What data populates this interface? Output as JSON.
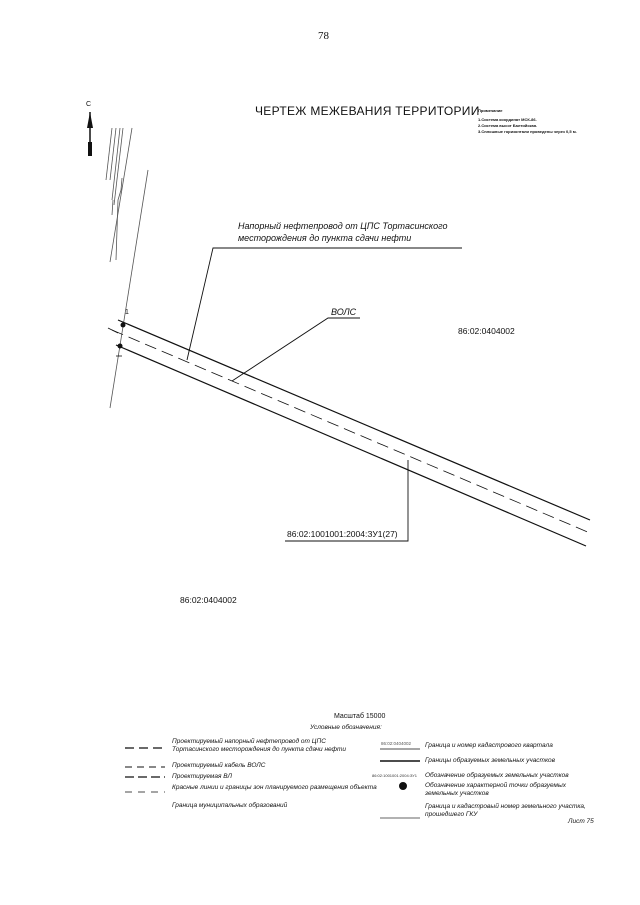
{
  "page_number": "78",
  "title": "ЧЕРТЕЖ МЕЖЕВАНИЯ ТЕРРИТОРИИ",
  "notes": {
    "heading": "Примечание",
    "items": [
      "1.Система координат МСК-86.",
      "2.Система высот Балтийская.",
      "3.Сплошные горизонтали проведены через 0,5 м."
    ]
  },
  "north_label": "С",
  "drawing": {
    "pipeline_label_1": "Напорный нефтепровод от ЦПС Тортасинского",
    "pipeline_label_2": "месторождения до пункта сдачи нефти",
    "vols_label": "ВОЛС",
    "point_label": "1",
    "quarter_right": "86:02:0404002",
    "parcel_label": "86:02:1001001:2004:ЗУ1(27)",
    "quarter_left": "86:02:0404002"
  },
  "legend": {
    "scale": "Масштаб 15000",
    "heading": "Условные обозначения:",
    "left": [
      {
        "text": "Проектируемый напорный нефтепровод от ЦПС Тортасинского месторождения до пункта сдачи нефти"
      },
      {
        "text": "Проектируемый кабель ВОЛС"
      },
      {
        "text": "Проектируемая ВЛ"
      },
      {
        "text": "Красные линии и границы зон планируемого размещения объекта"
      },
      {
        "text": "Граница муниципальных образований"
      }
    ],
    "right": [
      {
        "sample": "86:02:0404002",
        "text": "Граница и номер кадастрового квартала"
      },
      {
        "text": "Границы образуемых земельных участков"
      },
      {
        "sample": "86:02:1001001:2004:ЗУ1",
        "text": "Обозначение образуемых земельных участков"
      },
      {
        "text": "Обозначение характерной точки образуемых земельных участков"
      },
      {
        "text": "Граница и кадастровый номер земельного участка, прошедшего ГКУ"
      }
    ]
  },
  "sheet": "Лист 75"
}
